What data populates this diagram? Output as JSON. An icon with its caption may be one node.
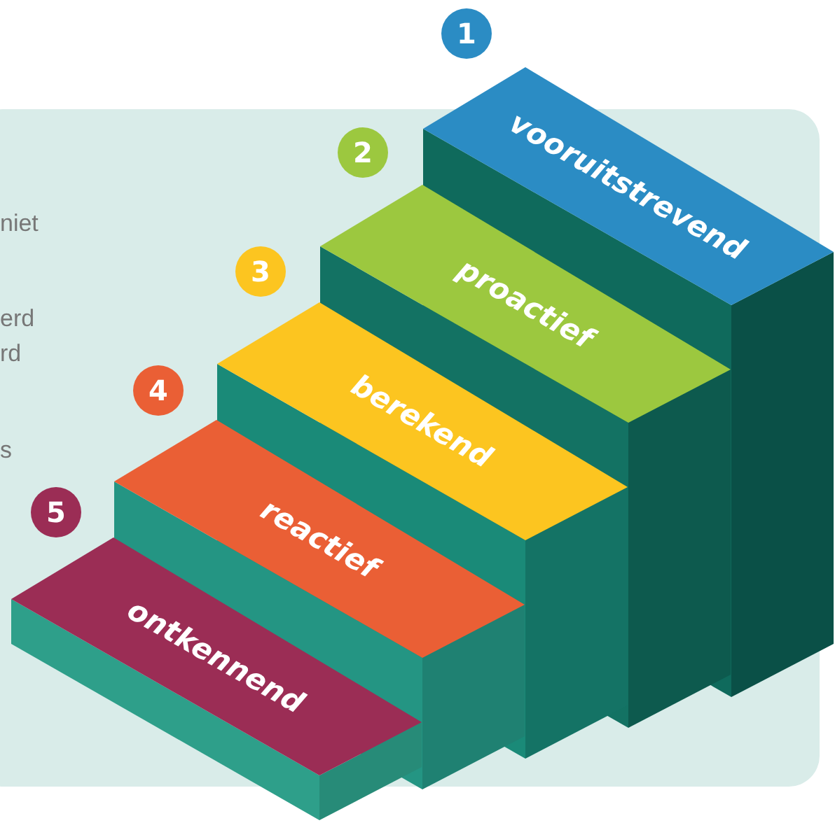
{
  "diagram": {
    "nodes": [
      {
        "text": [
          "1"
        ]
      },
      {
        "text": [
          "vooruitstrevend"
        ]
      },
      {
        "text": [
          "2"
        ]
      },
      {
        "text": [
          "proactief"
        ]
      },
      {
        "text": [
          "3"
        ]
      },
      {
        "text": [
          "berekend"
        ]
      },
      {
        "text": [
          "4"
        ]
      },
      {
        "text": [
          "reactief"
        ]
      },
      {
        "text": [
          "5"
        ]
      },
      {
        "text": [
          "ontkennend"
        ]
      }
    ],
    "labels": [
      "niet",
      "erd",
      "rd",
      "s"
    ]
  }
}
